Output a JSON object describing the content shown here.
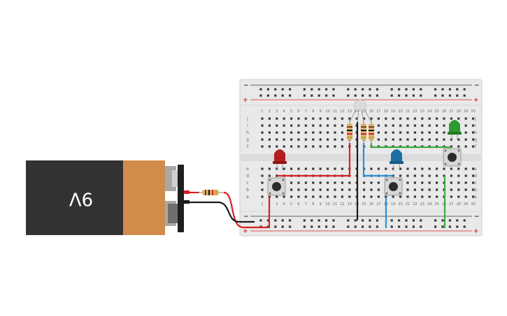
{
  "battery": {
    "label": "9V"
  },
  "breadboard": {
    "rail_plus": "+",
    "rail_minus": "−",
    "rows_top": [
      "j",
      "i",
      "h",
      "g",
      "f"
    ],
    "rows_bottom": [
      "e",
      "d",
      "c",
      "b",
      "a"
    ],
    "columns": [
      "1",
      "2",
      "3",
      "4",
      "5",
      "6",
      "7",
      "8",
      "9",
      "10",
      "11",
      "12",
      "13",
      "14",
      "15",
      "16",
      "17",
      "18",
      "19",
      "20",
      "21",
      "22",
      "23",
      "24",
      "25",
      "26",
      "27",
      "28",
      "29",
      "30"
    ]
  },
  "colors": {
    "board": "#e9e9e9",
    "hole": "#3a3a3a",
    "wire_red": "#d92121",
    "wire_black": "#1a1a1a",
    "wire_blue": "#2a8fd6",
    "wire_green": "#3bab3b",
    "battery_body": "#323232",
    "battery_label": "#d18b4a",
    "led_red": "#b01e1e",
    "led_blue": "#1f6fa6",
    "led_green": "#2d9a2d"
  },
  "components": {
    "leds": [
      "red-led",
      "blue-led",
      "green-led",
      "rgb-led"
    ],
    "pushbuttons": 3,
    "resistors": 4
  }
}
